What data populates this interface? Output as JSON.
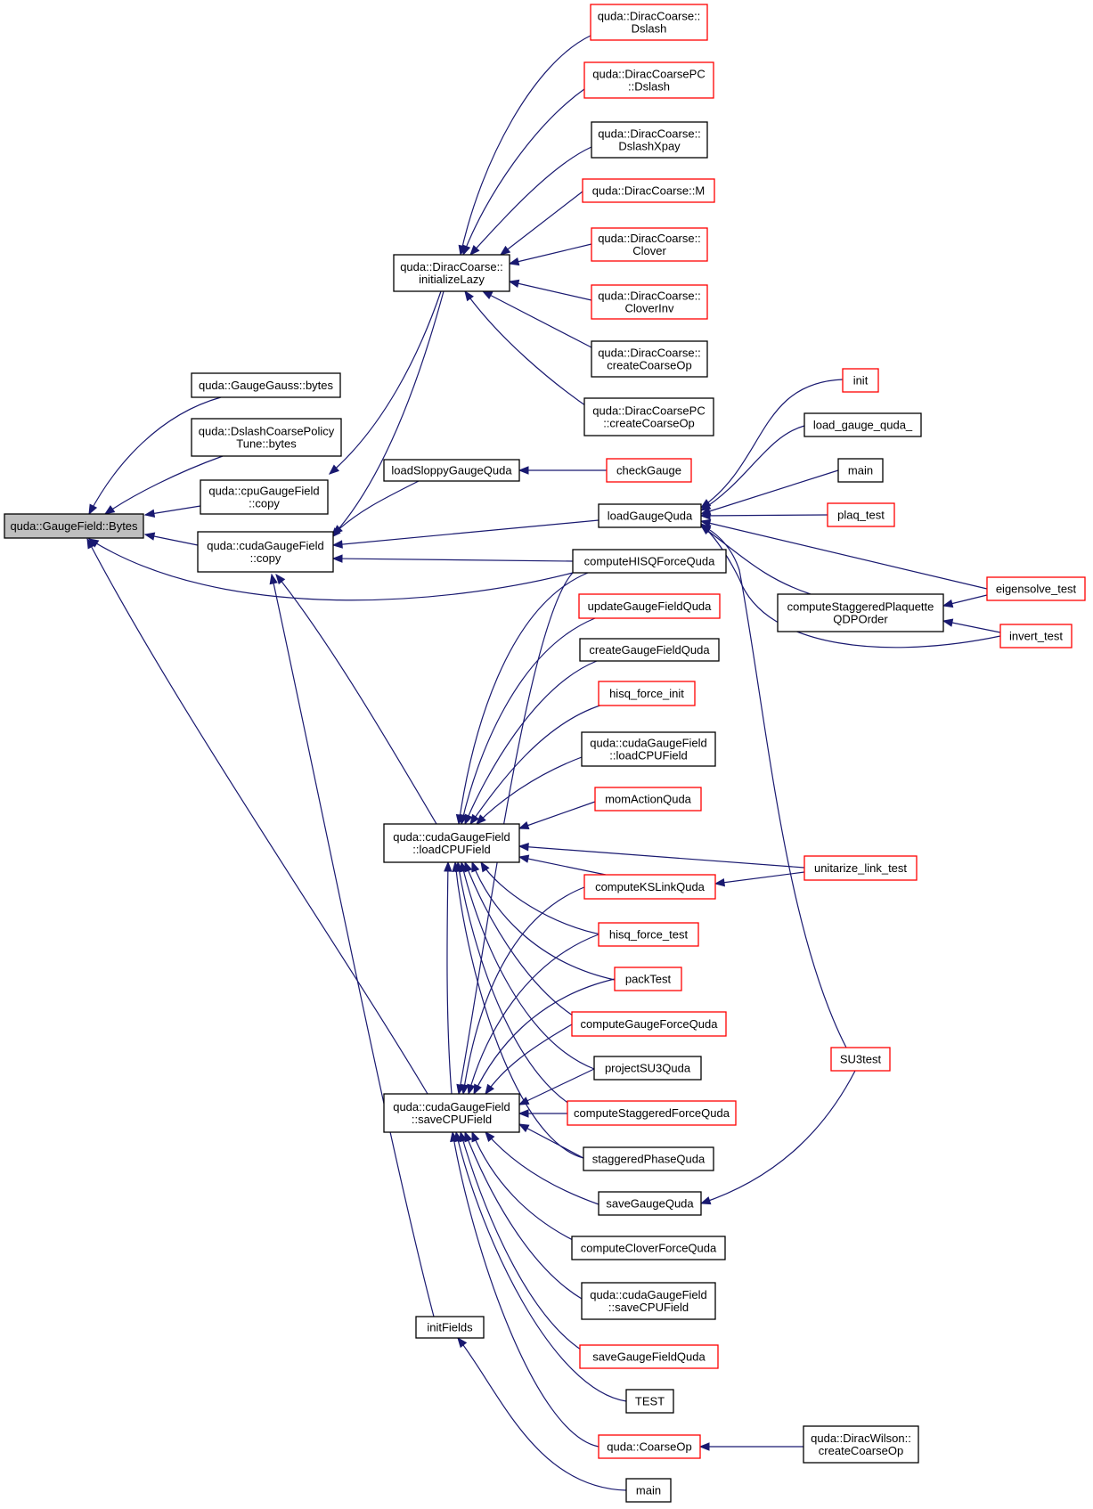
{
  "colors": {
    "edge": "#191970",
    "normal_border": "#000000",
    "incomplete_border": "#ff0000",
    "root_fill": "#bfbfbf"
  },
  "nodes": {
    "root": [
      "quda::GaugeField::Bytes"
    ],
    "gauss_bytes": [
      "quda::GaugeGauss::bytes"
    ],
    "dslash_tune_bytes": [
      "quda::DslashCoarsePolicy",
      "Tune::bytes"
    ],
    "cpu_copy": [
      "quda::cpuGaugeField",
      "::copy"
    ],
    "cuda_copy": [
      "quda::cudaGaugeField",
      "::copy"
    ],
    "init_lazy": [
      "quda::DiracCoarse::",
      "initializeLazy"
    ],
    "load_sloppy": [
      "loadSloppyGaugeQuda"
    ],
    "load_cpu": [
      "quda::cudaGaugeField",
      "::loadCPUField"
    ],
    "save_cpu": [
      "quda::cudaGaugeField",
      "::saveCPUField"
    ],
    "init_fields": [
      "initFields"
    ],
    "dc_dslash": [
      "quda::DiracCoarse::",
      "Dslash"
    ],
    "dcpc_dslash": [
      "quda::DiracCoarsePC",
      "::Dslash"
    ],
    "dc_dslash_xpay": [
      "quda::DiracCoarse::",
      "DslashXpay"
    ],
    "dc_m": [
      "quda::DiracCoarse::M"
    ],
    "dc_clover": [
      "quda::DiracCoarse::",
      "Clover"
    ],
    "dc_clover_inv": [
      "quda::DiracCoarse::",
      "CloverInv"
    ],
    "dc_create": [
      "quda::DiracCoarse::",
      "createCoarseOp"
    ],
    "dcpc_create": [
      "quda::DiracCoarsePC",
      "::createCoarseOp"
    ],
    "check_gauge": [
      "checkGauge"
    ],
    "load_gauge": [
      "loadGaugeQuda"
    ],
    "hisq_force_quda": [
      "computeHISQForceQuda"
    ],
    "update_gauge": [
      "updateGaugeFieldQuda"
    ],
    "create_gauge": [
      "createGaugeFieldQuda"
    ],
    "hisq_force_init": [
      "hisq_force_init"
    ],
    "load_cpu_2": [
      "quda::cudaGaugeField",
      "::loadCPUField"
    ],
    "mom_action": [
      "momActionQuda"
    ],
    "ks_link": [
      "computeKSLinkQuda"
    ],
    "hisq_force_test": [
      "hisq_force_test"
    ],
    "pack_test": [
      "packTest"
    ],
    "gauge_force": [
      "computeGaugeForceQuda"
    ],
    "project_su3": [
      "projectSU3Quda"
    ],
    "staggered_force": [
      "computeStaggeredForceQuda"
    ],
    "staggered_phase": [
      "staggeredPhaseQuda"
    ],
    "save_gauge": [
      "saveGaugeQuda"
    ],
    "clover_force": [
      "computeCloverForceQuda"
    ],
    "save_cpu_2": [
      "quda::cudaGaugeField",
      "::saveCPUField"
    ],
    "save_gauge_field": [
      "saveGaugeFieldQuda"
    ],
    "test": [
      "TEST"
    ],
    "coarse_op": [
      "quda::CoarseOp"
    ],
    "main_bottom": [
      "main"
    ],
    "init": [
      "init"
    ],
    "load_gauge_quda_": [
      "load_gauge_quda_"
    ],
    "main_top": [
      "main"
    ],
    "plaq_test": [
      "plaq_test"
    ],
    "staggered_plaq": [
      "computeStaggeredPlaquette",
      "QDPOrder"
    ],
    "eigensolve_test": [
      "eigensolve_test"
    ],
    "invert_test": [
      "invert_test"
    ],
    "unitarize_test": [
      "unitarize_link_test"
    ],
    "su3test": [
      "SU3test"
    ],
    "dw_create": [
      "quda::DiracWilson::",
      "createCoarseOp"
    ]
  }
}
